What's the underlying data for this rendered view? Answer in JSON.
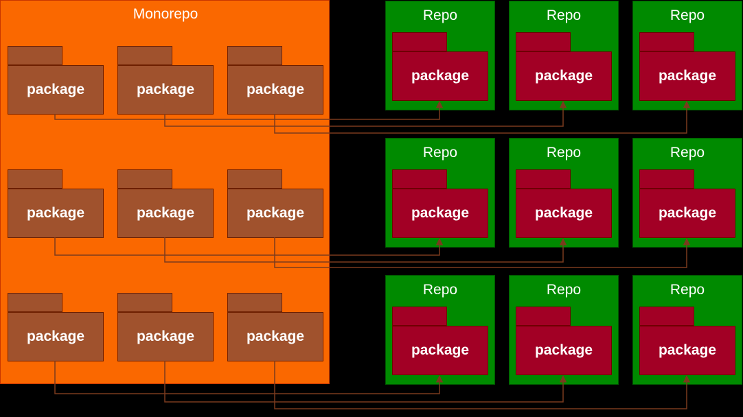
{
  "monorepo": {
    "title": "Monorepo",
    "packages": [
      "package",
      "package",
      "package",
      "package",
      "package",
      "package",
      "package",
      "package",
      "package"
    ]
  },
  "repos": [
    {
      "title": "Repo",
      "package": "package"
    },
    {
      "title": "Repo",
      "package": "package"
    },
    {
      "title": "Repo",
      "package": "package"
    },
    {
      "title": "Repo",
      "package": "package"
    },
    {
      "title": "Repo",
      "package": "package"
    },
    {
      "title": "Repo",
      "package": "package"
    },
    {
      "title": "Repo",
      "package": "package"
    },
    {
      "title": "Repo",
      "package": "package"
    },
    {
      "title": "Repo",
      "package": "package"
    }
  ],
  "colors": {
    "monorepo_fill": "#fa6800",
    "mono_package_fill": "#a0522d",
    "repo_fill": "#008a00",
    "repo_package_fill": "#a20025",
    "connector": "#7a3b1e"
  }
}
